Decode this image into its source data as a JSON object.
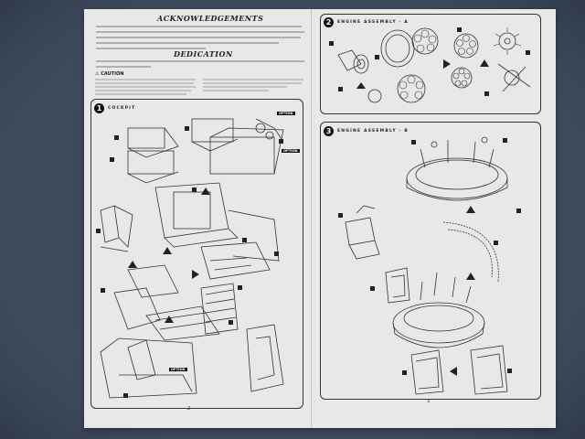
{
  "scene": {
    "background_color": "#3d4a5c",
    "paper_color": "#e8e8e6"
  },
  "left_page": {
    "acknowledgements_title": "ACKNOWLEDGEMENTS",
    "dedication_title": "DEDICATION",
    "caution_title": "CAUTION",
    "step_1": {
      "number": "1",
      "title": "COCKPIT"
    },
    "option_label": "OPTION",
    "page_number": "2"
  },
  "right_page": {
    "step_2": {
      "number": "2",
      "title": "ENGINE ASSEMBLY - A"
    },
    "step_3": {
      "number": "3",
      "title": "ENGINE ASSEMBLY - B"
    },
    "page_number": "3"
  }
}
